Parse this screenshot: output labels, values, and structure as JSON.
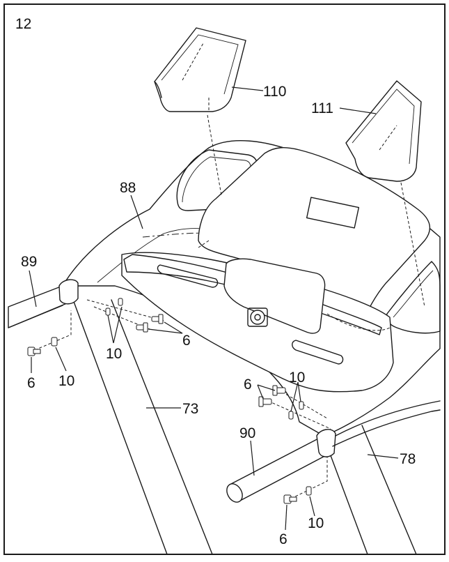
{
  "step_number": "12",
  "callouts": {
    "tray_left": "110",
    "tray_right": "111",
    "console_frame": "88",
    "left_handrail": "89",
    "right_handrail": "90",
    "left_upright": "73",
    "right_upright": "78",
    "bolt_upper_left": "6",
    "washer_upper_left": "10",
    "bolt_lower_left": "6",
    "washer_lower_left": "10",
    "bolt_upper_right": "6",
    "washer_upper_right": "10",
    "bolt_lower_right": "6",
    "washer_lower_right": "10"
  }
}
